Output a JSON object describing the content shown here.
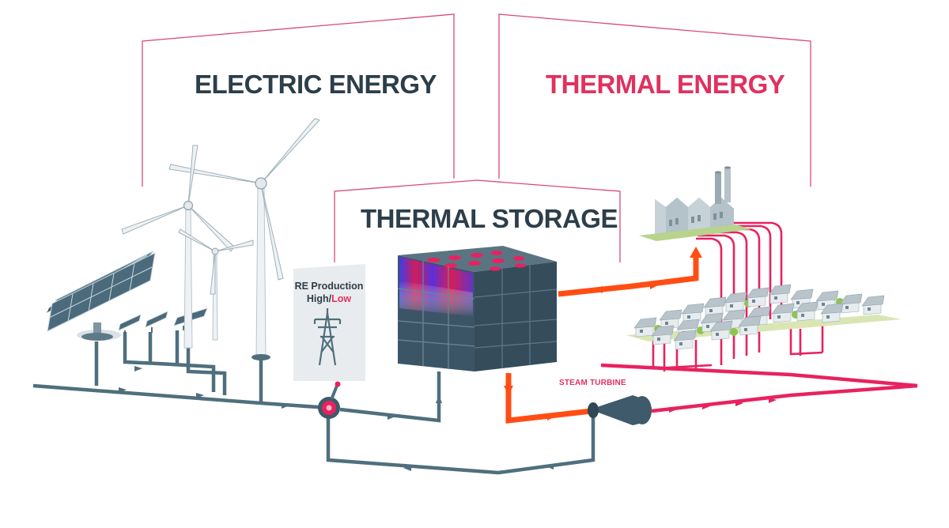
{
  "labels": {
    "electric_energy": "ELECTRIC ENERGY",
    "thermal_energy": "THERMAL ENERGY",
    "thermal_storage": "THERMAL STORAGE",
    "re_production": "RE Production",
    "re_high": "High/",
    "re_low": "Low",
    "steam_turbine": "STEAM TURBINE"
  },
  "colors": {
    "electric_flow": "#4f6f7d",
    "heat_flow": "#ff4d14",
    "thermal_flow": "#e8225f",
    "frame_line": "#d84a72",
    "dark_text": "#2c3e4a",
    "accent_text": "#e0315f"
  }
}
